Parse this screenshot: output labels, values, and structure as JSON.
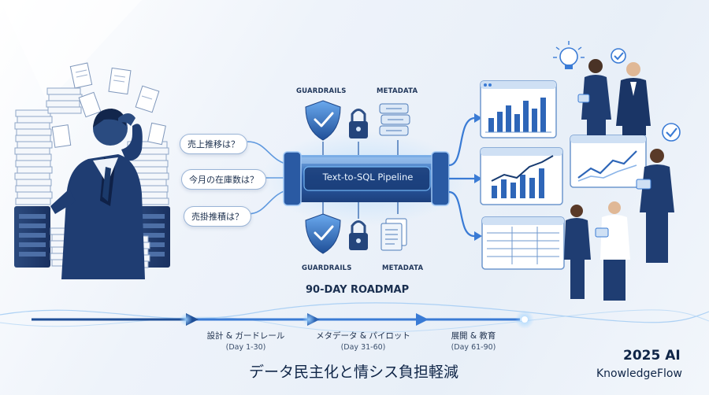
{
  "questions": [
    "売上推移は？",
    "今月の在庫数は？",
    "売掛推積は？"
  ],
  "pipeline": {
    "label": "Text-to-SQL Pipeline"
  },
  "tags": {
    "top_left": "GUARDRAILS",
    "top_right": "METADATA",
    "bottom_left": "GUARDRAILS",
    "bottom_right": "METADATA"
  },
  "roadmap": {
    "title": "90-DAY ROADMAP",
    "phases": [
      {
        "name": "設計 & ガードレール",
        "days": "(Day 1-30)"
      },
      {
        "name": "メタデータ & パイロット",
        "days": "(Day 31-60)"
      },
      {
        "name": "展開 & 教育",
        "days": "(Day 61-90)"
      }
    ]
  },
  "caption": "データ民主化と情シス負担軽減",
  "brand": {
    "line1": "2025 AI",
    "line2": "KnowledgeFlow"
  },
  "icons": [
    "document-stack-icon",
    "server-icon",
    "shield-check-icon",
    "padlock-icon",
    "database-icon",
    "lightbulb-icon",
    "checkmark-badge-icon",
    "bar-chart-icon",
    "line-chart-icon",
    "table-icon"
  ],
  "colors": {
    "navy": "#1f3d72",
    "accent": "#3a7bd5",
    "glow": "#5fb4ff"
  }
}
